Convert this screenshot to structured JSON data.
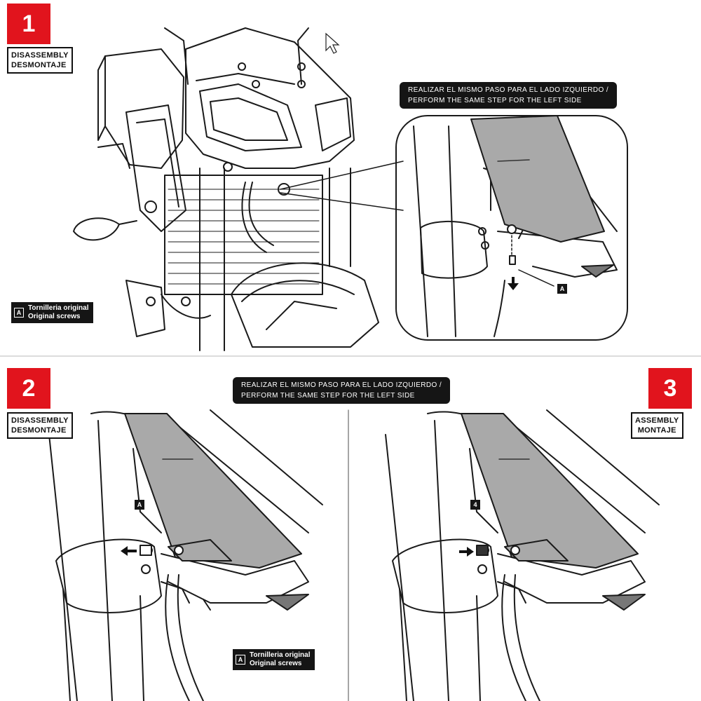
{
  "colors": {
    "accent": "#e1141d",
    "dark": "#151515",
    "visor": "#a9a9a9",
    "line": "#1a1a1a"
  },
  "steps": [
    {
      "number": "1",
      "label_en": "DISASSEMBLY",
      "label_es": "DESMONTAJE"
    },
    {
      "number": "2",
      "label_en": "DISASSEMBLY",
      "label_es": "DESMONTAJE"
    },
    {
      "number": "3",
      "label_en": "ASSEMBLY",
      "label_es": "MONTAJE"
    }
  ],
  "callouts": [
    {
      "line1": "REALIZAR EL MISMO PASO PARA EL LADO IZQUIERDO /",
      "line2": "PERFORM THE SAME STEP FOR THE LEFT SIDE"
    },
    {
      "line1": "REALIZAR EL MISMO PASO PARA EL LADO IZQUIERDO /",
      "line2": "PERFORM THE SAME STEP FOR THE LEFT SIDE"
    }
  ],
  "legend": {
    "key": "A",
    "line1": "Tornilleria original",
    "line2": "Original screws"
  },
  "markers": {
    "a": "A",
    "four": "4"
  },
  "icons": [
    "mouse-cursor-icon",
    "arrow-down-icon",
    "arrow-left-icon",
    "arrow-right-icon"
  ]
}
